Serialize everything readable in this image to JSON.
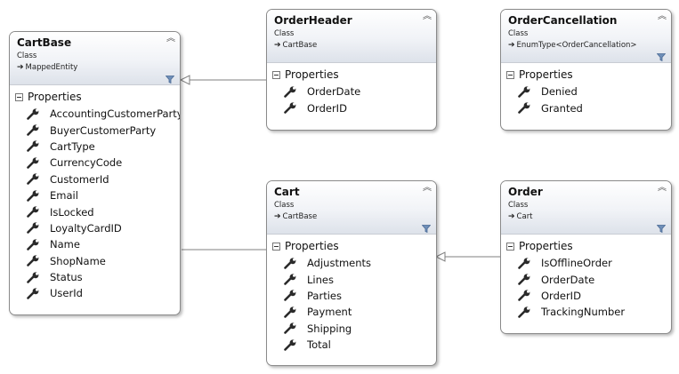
{
  "diagram": {
    "classes": [
      {
        "id": "cartbase",
        "name": "CartBase",
        "stereotype": "Class",
        "base": "MappedEntity",
        "section": "Properties",
        "properties": [
          "AccountingCustomerParty",
          "BuyerCustomerParty",
          "CartType",
          "CurrencyCode",
          "CustomerId",
          "Email",
          "IsLocked",
          "LoyaltyCardID",
          "Name",
          "ShopName",
          "Status",
          "UserId"
        ]
      },
      {
        "id": "orderheader",
        "name": "OrderHeader",
        "stereotype": "Class",
        "base": "CartBase",
        "section": "Properties",
        "properties": [
          "OrderDate",
          "OrderID"
        ]
      },
      {
        "id": "ordercancellation",
        "name": "OrderCancellation",
        "stereotype": "Class",
        "base": "EnumType<OrderCancellation>",
        "section": "Properties",
        "properties": [
          "Denied",
          "Granted"
        ]
      },
      {
        "id": "cart",
        "name": "Cart",
        "stereotype": "Class",
        "base": "CartBase",
        "section": "Properties",
        "properties": [
          "Adjustments",
          "Lines",
          "Parties",
          "Payment",
          "Shipping",
          "Total"
        ]
      },
      {
        "id": "order",
        "name": "Order",
        "stereotype": "Class",
        "base": "Cart",
        "section": "Properties",
        "properties": [
          "IsOfflineOrder",
          "OrderDate",
          "OrderID",
          "TrackingNumber"
        ]
      }
    ],
    "relations": [
      {
        "from": "OrderHeader",
        "to": "CartBase",
        "type": "inheritance"
      },
      {
        "from": "Cart",
        "to": "CartBase",
        "type": "inheritance"
      },
      {
        "from": "Order",
        "to": "Cart",
        "type": "inheritance"
      }
    ],
    "colors": {
      "border": "#8a8a8a",
      "header_top": "#ffffff",
      "header_bottom": "#dde2ea",
      "connector": "#7f7f7f",
      "filter_icon": "#6f8fb8"
    },
    "icons": {
      "property": "wrench-icon",
      "collapse": "double-chevron-up-icon",
      "filter": "filter-icon",
      "inherit": "arrow-right-icon",
      "section_toggle": "minus-box-icon"
    }
  }
}
